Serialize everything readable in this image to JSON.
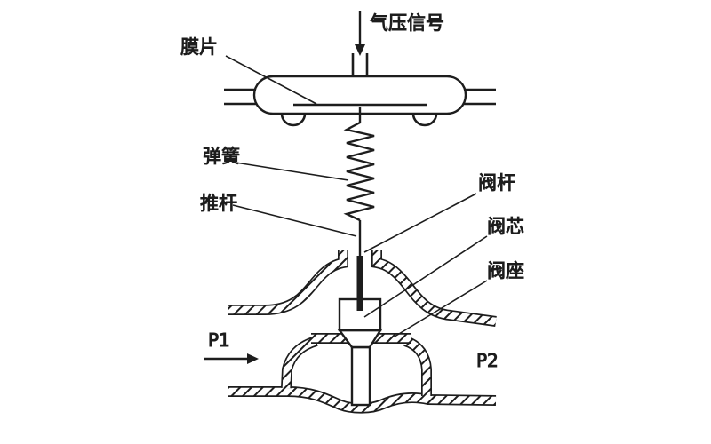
{
  "labels": {
    "air_signal": "气压信号",
    "diaphragm": "膜片",
    "spring": "弹簧",
    "push_rod": "推杆",
    "valve_stem": "阀杆",
    "valve_plug": "阀芯",
    "valve_seat": "阀座",
    "p1": "P1",
    "p2": "P2"
  },
  "colors": {
    "line": "#1d1d1d",
    "background": "#ffffff"
  }
}
